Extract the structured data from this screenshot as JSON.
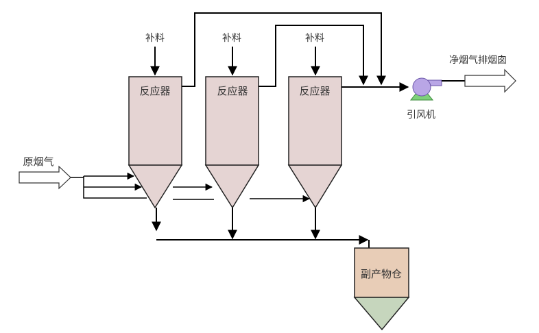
{
  "labels": {
    "feed": "补料",
    "reactor": "反应器",
    "raw_gas": "原烟气",
    "clean_gas": "净烟气排烟囱",
    "fan": "引风机",
    "silo": "副产物仓"
  },
  "colors": {
    "reactor_fill": "#e5d4d3",
    "silo_fill": "#e8cdb7",
    "silo_cone_fill": "#c6d6bd",
    "fan_fill": "#b9a6e6",
    "fan_base": "#7ed07a",
    "stroke": "#000000"
  },
  "icons": {
    "fan": "centrifugal-fan-icon",
    "inlet_arrow": "hollow-arrow-icon",
    "outlet_arrow": "hollow-arrow-icon"
  }
}
